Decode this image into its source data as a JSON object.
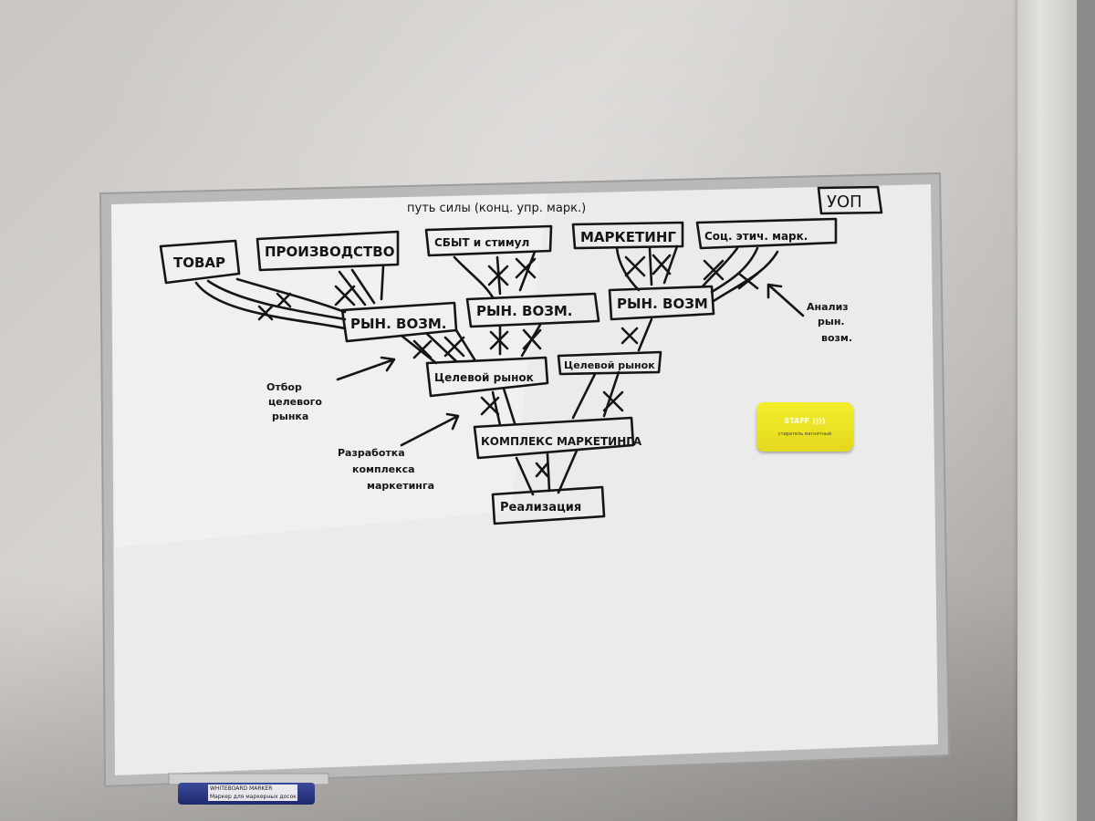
{
  "whiteboard": {
    "title": "путь силы (конц. упр. марк.)",
    "corner_tag": "УОП",
    "nodes": {
      "tovar": "ТОВАР",
      "proizvodstvo": "ПРОИЗВОДСТВО",
      "sbyt": "СБЫТ и стимул",
      "marketing": "МАРКЕТИНГ",
      "soc": "Соц. этич. марк.",
      "ryn_voz_1": "РЫН. ВОЗМ.",
      "ryn_voz_2": "РЫН. ВОЗМ.",
      "ryn_voz_3": "РЫН. ВОЗМ",
      "target_1": "Целевой рынок",
      "target_2": "Целевой рынок",
      "complex": "КОМПЛЕКС МАРКЕТИНГА",
      "realization": "Реализация"
    },
    "annotations": {
      "selection": [
        "Отбор",
        "целевого",
        "рынка"
      ],
      "development": [
        "Разработка",
        "комплекса",
        "маркетинга"
      ],
      "analysis": [
        "Анализ",
        "рын.",
        "возм."
      ]
    }
  },
  "eraser": {
    "brand": "STAFF ))))",
    "subtitle": "стиратель магнитный",
    "color": "#ece424"
  },
  "marker": {
    "label_1": "WHITEBOARD MARKER",
    "label_2": "Маркер для маркерных досок"
  }
}
